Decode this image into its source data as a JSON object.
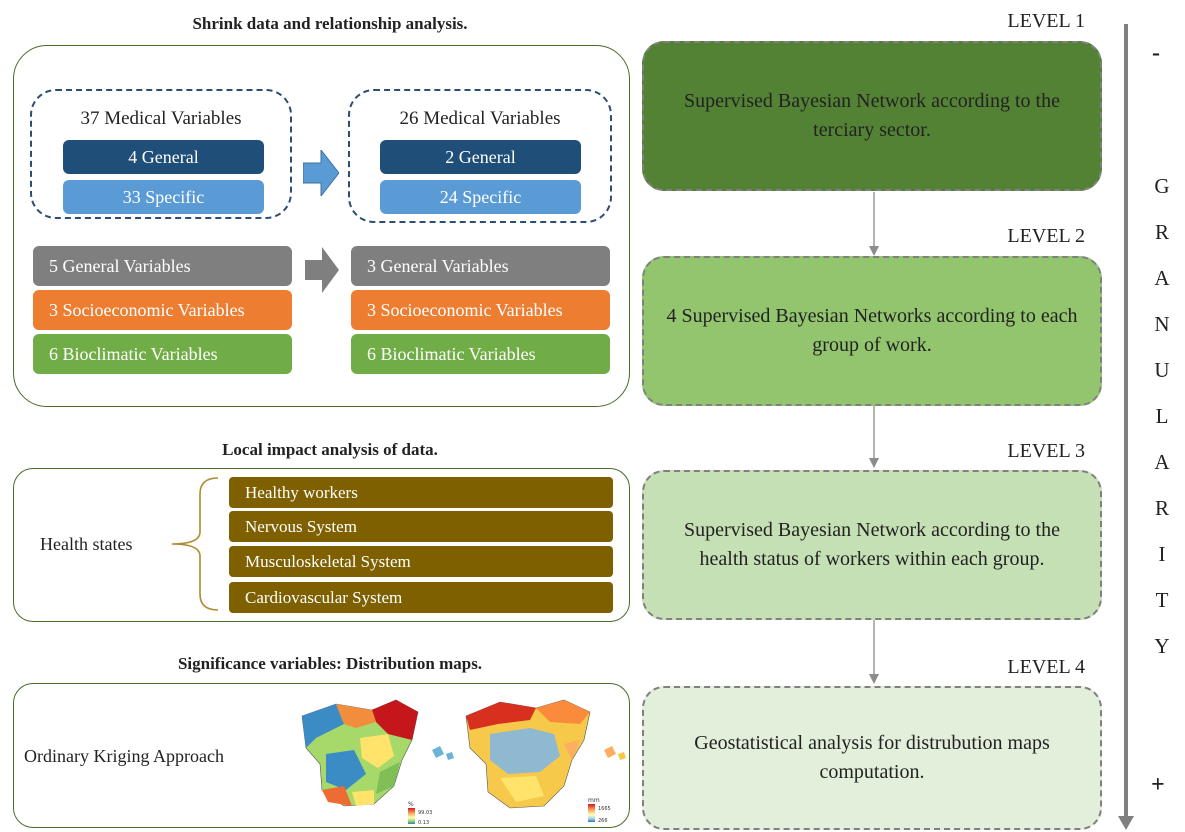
{
  "section1": {
    "heading": "Shrink data and relationship analysis.",
    "before": {
      "title": "37 Medical Variables",
      "general": "4 General",
      "specific": "33 Specific"
    },
    "after": {
      "title": "26 Medical Variables",
      "general": "2 General",
      "specific": "24 Specific"
    },
    "left_vars": [
      "5 General Variables",
      "3 Socioeconomic Variables",
      "6 Bioclimatic Variables"
    ],
    "right_vars": [
      "3 General Variables",
      "3 Socioeconomic Variables",
      "6 Bioclimatic Variables"
    ]
  },
  "section2": {
    "heading": "Local impact analysis of data.",
    "label": "Health states",
    "states": [
      "Healthy workers",
      "Nervous System",
      "Musculoskeletal System",
      "Cardiovascular System"
    ]
  },
  "section3": {
    "heading": "Significance variables: Distribution maps.",
    "label": "Ordinary Kriging Approach",
    "map1_legend": {
      "unit": "%",
      "max": "99.03",
      "min": "0.13"
    },
    "map2_legend": {
      "unit": "mm",
      "max": "1665",
      "min": "266"
    }
  },
  "levels": [
    {
      "label": "LEVEL 1",
      "text": "Supervised Bayesian Network according to the terciary sector.",
      "color": "#548235"
    },
    {
      "label": "LEVEL 2",
      "text": "4 Supervised Bayesian Networks according to each group of work.",
      "color": "#92c56e"
    },
    {
      "label": "LEVEL 3",
      "text": "Supervised Bayesian Network according to the health status of workers within each group.",
      "color": "#c5e0b4"
    },
    {
      "label": "LEVEL 4",
      "text": "Geostatistical analysis for distrubution maps computation.",
      "color": "#e2efda"
    }
  ],
  "granularity": {
    "minus": "-",
    "plus": "+",
    "letters": [
      "G",
      "R",
      "A",
      "N",
      "U",
      "L",
      "A",
      "R",
      "I",
      "T",
      "Y"
    ]
  },
  "colors": {
    "navy": "#1f4e79",
    "light_blue": "#5b9bd5",
    "grey": "#7f7f7f",
    "orange": "#ed7d31",
    "green": "#70ad47",
    "brown": "#7f6000"
  }
}
